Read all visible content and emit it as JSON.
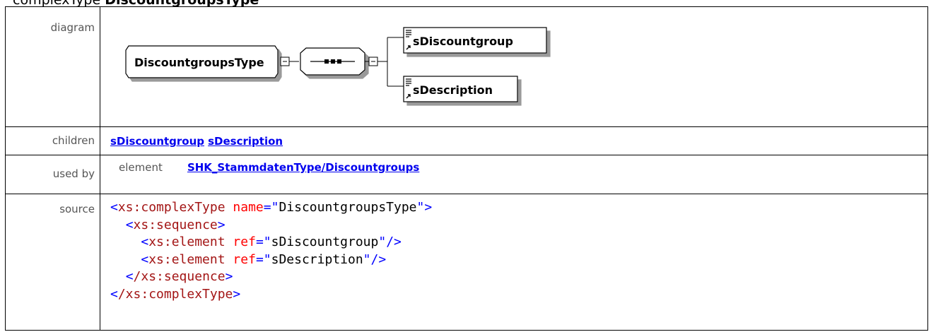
{
  "heading": {
    "kind": "complexType",
    "name": "DiscountgroupsType"
  },
  "labels": {
    "diagram": "diagram",
    "children": "children",
    "used_by": "used by",
    "source": "source"
  },
  "diagram": {
    "type_name": "DiscountgroupsType",
    "elements": [
      "sDiscountgroup",
      "sDescription"
    ]
  },
  "children": [
    "sDiscountgroup",
    "sDescription"
  ],
  "used_by": {
    "kind": "element",
    "target": "SHK_StammdatenType/Discountgroups"
  },
  "source": {
    "line1": {
      "tag": "xs:complexType",
      "attr": "name",
      "value": "DiscountgroupsType"
    },
    "line2": {
      "tag": "xs:sequence"
    },
    "line3": {
      "tag": "xs:element",
      "attr": "ref",
      "value": "sDiscountgroup"
    },
    "line4": {
      "tag": "xs:element",
      "attr": "ref",
      "value": "sDescription"
    },
    "line5": {
      "tag": "/xs:sequence"
    },
    "line6": {
      "tag": "/xs:complexType"
    }
  }
}
